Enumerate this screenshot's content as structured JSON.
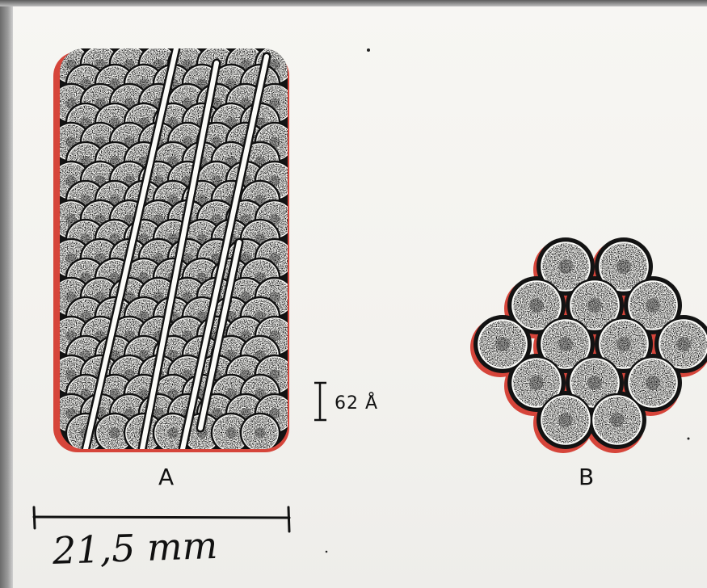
{
  "figure": {
    "label_a": "A",
    "label_b": "B",
    "scale_small": "62 Å",
    "scale_large": "21,5 mm",
    "colors": {
      "paper": "#f4f3ef",
      "ink": "#111111",
      "outline": "#d6453a"
    }
  }
}
